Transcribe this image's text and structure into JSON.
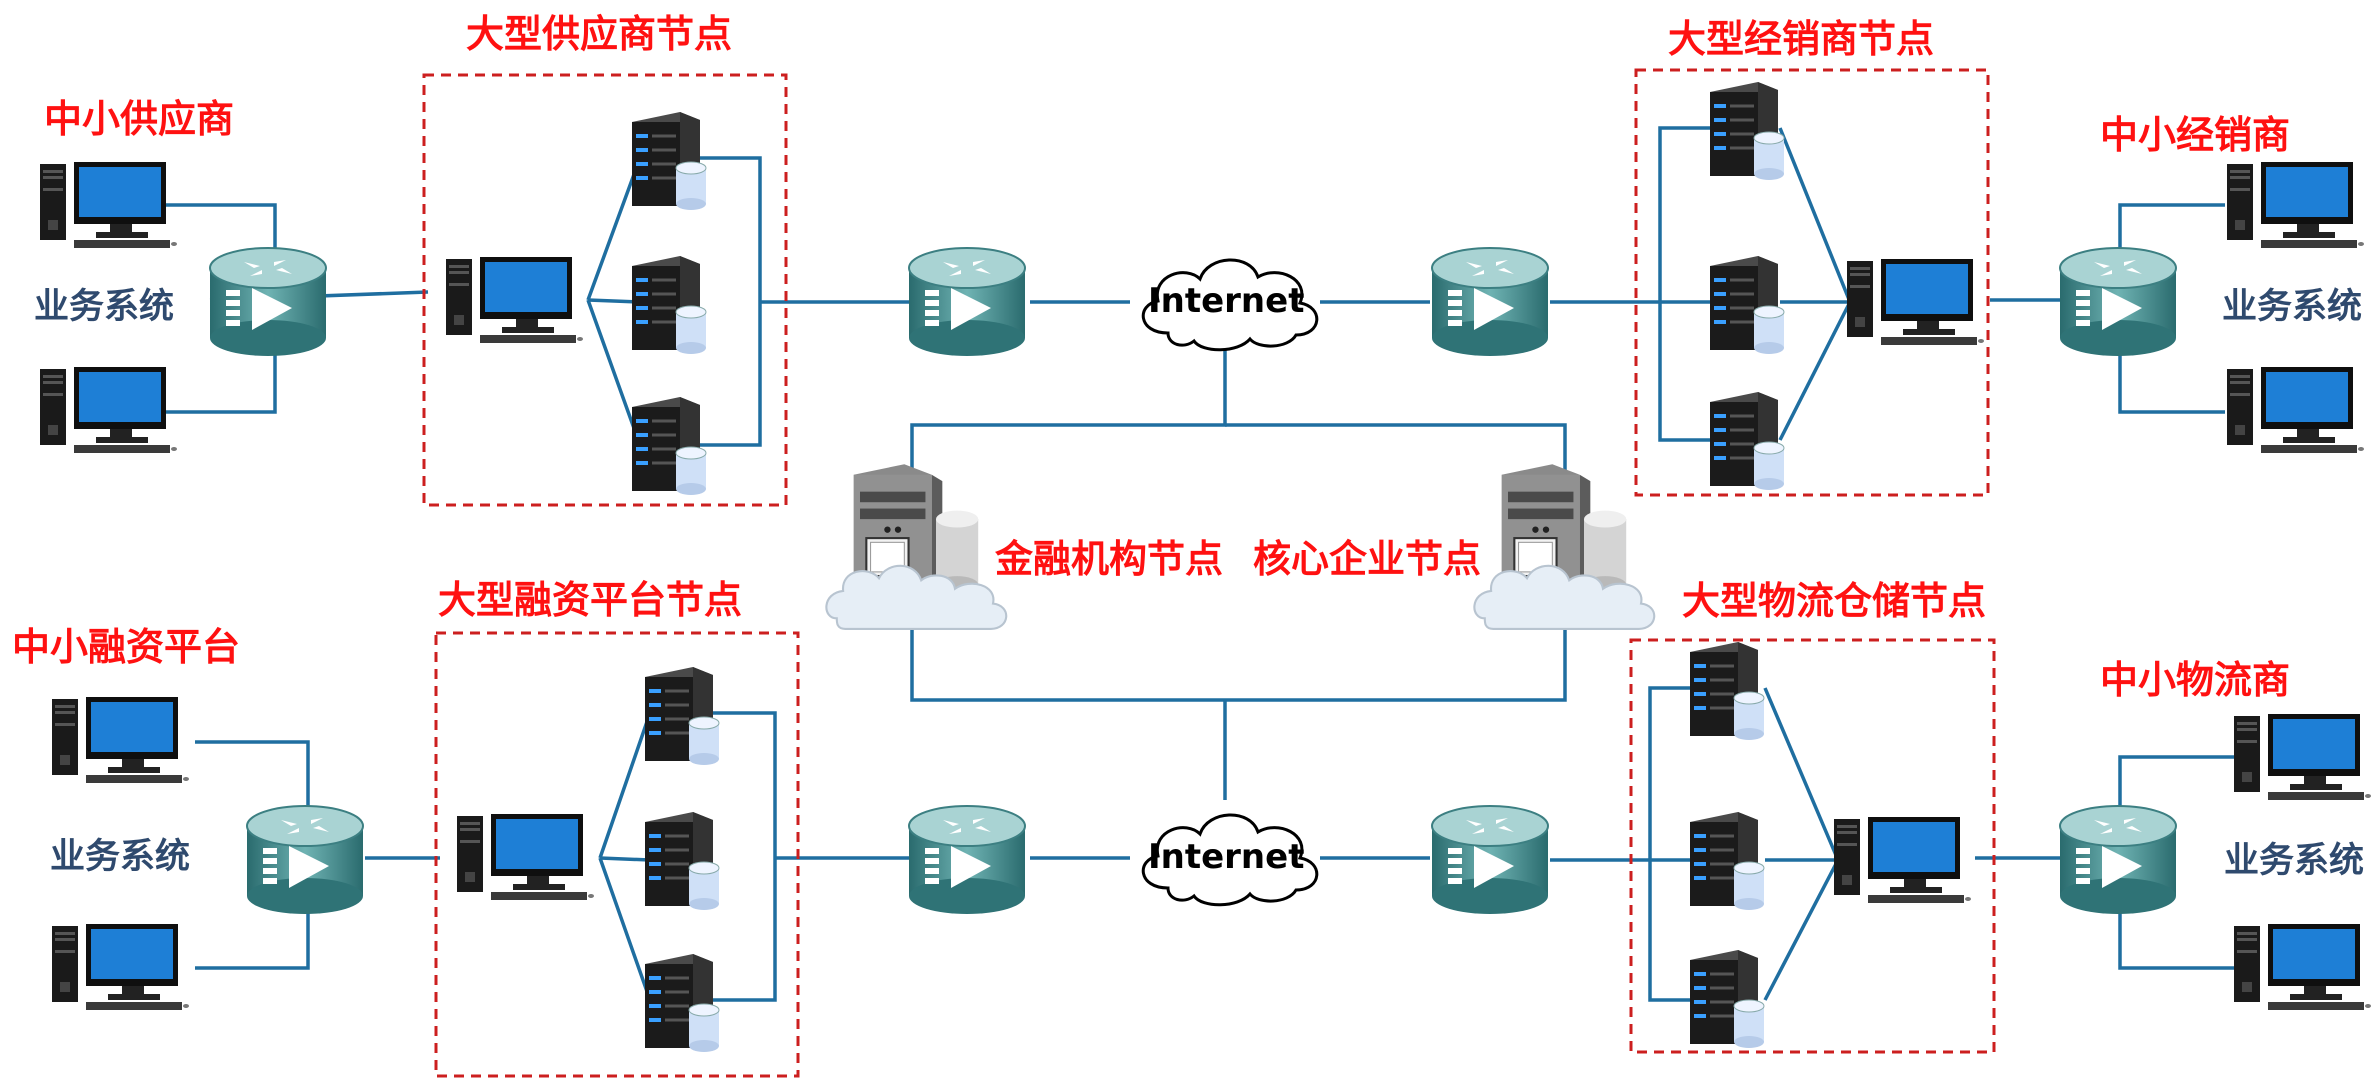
{
  "labels": {
    "large_supplier": "大型供应商节点",
    "large_dealer": "大型经销商节点",
    "large_finance_platform": "大型融资平台节点",
    "large_logistics": "大型物流仓储节点",
    "small_supplier": "中小供应商",
    "small_dealer": "中小经销商",
    "small_finance_platform": "中小融资平台",
    "small_logistics": "中小物流商",
    "financial_institution": "金融机构节点",
    "core_enterprise": "核心企业节点",
    "internet_top": "Internet",
    "internet_bottom": "Internet",
    "business_system_tl": "业务系统",
    "business_system_tr": "业务系统",
    "business_system_bl": "业务系统",
    "business_system_br": "业务系统"
  },
  "icons": {
    "router": "router-icon",
    "server": "server-database-icon",
    "workstation": "desktop-computer-icon",
    "cloud": "internet-cloud-icon",
    "cloud_server": "cloud-server-icon"
  },
  "colors": {
    "node_label": "#ff1111",
    "system_label": "#2f4a6e",
    "wire": "#1f6ea0",
    "dashed_box": "#cc1f1f"
  }
}
